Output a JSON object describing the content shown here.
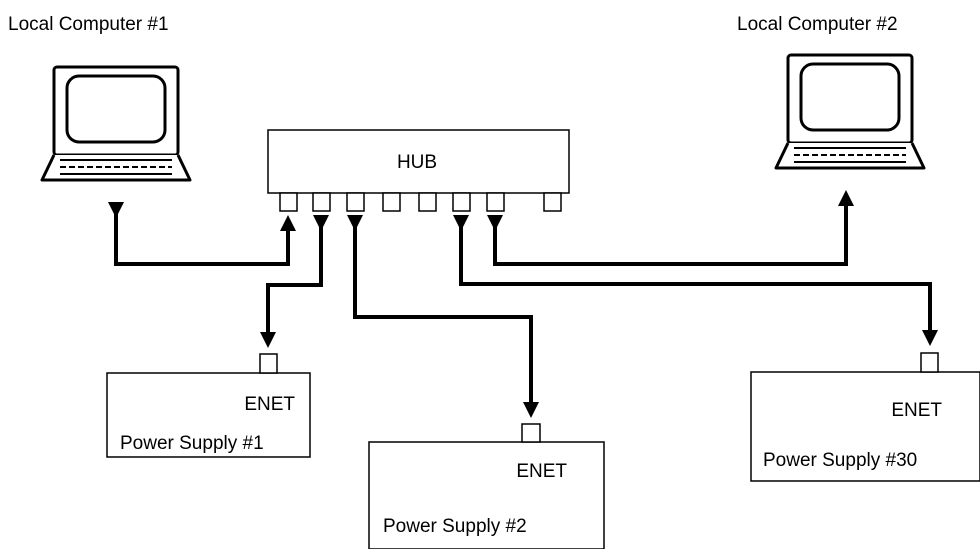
{
  "computers": [
    {
      "label": "Local Computer #1"
    },
    {
      "label": "Local Computer #2"
    }
  ],
  "hub": {
    "label": "HUB",
    "port_count": 8
  },
  "supplies": [
    {
      "port_label": "ENET",
      "label": "Power Supply #1"
    },
    {
      "port_label": "ENET",
      "label": "Power Supply #2"
    },
    {
      "port_label": "ENET",
      "label": "Power Supply #30"
    }
  ],
  "colors": {
    "line": "#000000",
    "background": "#ffffff"
  }
}
